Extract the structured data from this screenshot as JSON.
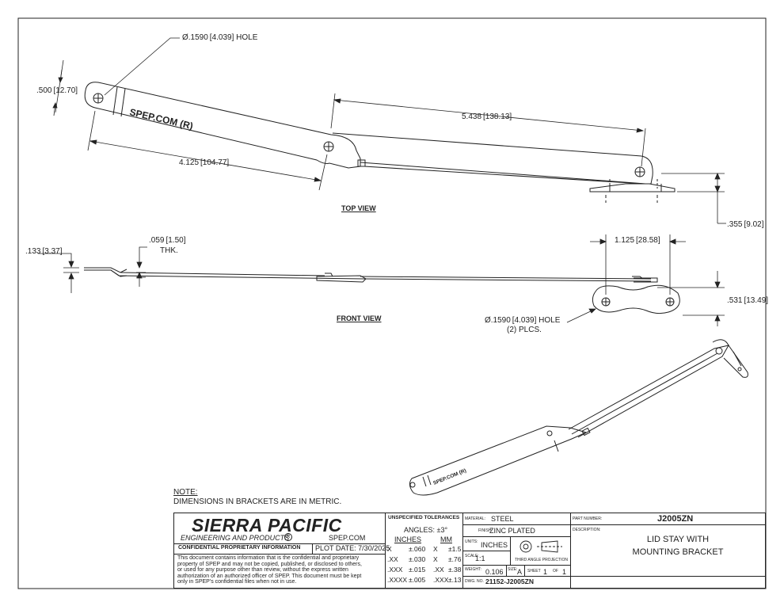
{
  "drawing": {
    "top_view_label": "TOP VIEW",
    "front_view_label": "FRONT VIEW",
    "stamp_text": "SPEP.COM (R)",
    "dims": {
      "hole_top": "Ø.1590 [4.039]  HOLE",
      "end_width": ".500 [12.70]",
      "short_arm": "4.125 [104.77]",
      "long_arm": "5.438 [138.13]",
      "bracket_offset": ".355 [9.02]",
      "thickness_val": ".059 [1.50]",
      "thickness_lbl": "THK.",
      "offset_front": ".133 [3.37]",
      "hole_spacing": "1.125 [28.58]",
      "bracket_height": ".531 [13.49]",
      "hole_bracket": "Ø.1590 [4.039]  HOLE",
      "hole_bracket_qty": "(2) PLCS."
    },
    "note_title": "NOTE:",
    "note_text": "DIMENSIONS IN BRACKETS ARE IN METRIC."
  },
  "title_block": {
    "company": "SIERRA PACIFIC",
    "company_sub": "ENGINEERING AND PRODUCTS",
    "website": "SPEP.COM",
    "confidential_title": "CONFIDENTIAL PROPRIETARY INFORMATION",
    "plot_date": "PLOT DATE:  7/30/2025",
    "confidential_text": [
      "This document contains information that is the confidential and proprietary",
      "property of SPEP and may not be copied, published, or disclosed to others,",
      "or used for any purpose  other than review, without the express written",
      "authorization of an authorized officer of SPEP. This document must be kept",
      "only in SPEP's confidential files when not in use."
    ],
    "tolerances_title": "UNSPECIFIED TOLERANCES",
    "angles": "ANGLES: ±3°",
    "inches_hdr": "INCHES",
    "mm_hdr": "MM",
    "tol_rows": [
      {
        "in_fmt": "X",
        "in_tol": "±.060",
        "mm_fmt": "X",
        "mm_tol": "±1.5"
      },
      {
        "in_fmt": ".XX",
        "in_tol": "±.030",
        "mm_fmt": "X",
        "mm_tol": "±.76"
      },
      {
        "in_fmt": ".XXX",
        "in_tol": "±.015",
        "mm_fmt": ".XX",
        "mm_tol": "±.38"
      },
      {
        "in_fmt": ".XXXX",
        "in_tol": "±.005",
        "mm_fmt": ".XXX",
        "mm_tol": "±.13"
      }
    ],
    "material_lbl": "MATERIAL:",
    "material": "STEEL",
    "finish_lbl": "FINISH:",
    "finish": "ZINC PLATED",
    "units_lbl": "UNITS:",
    "units": "INCHES",
    "projection_lbl": "THIRD ANGLE PROJECTION",
    "scale_lbl": "SCALE:",
    "scale": "1:1",
    "weight_lbl": "WEIGHT:",
    "weight": "0.106",
    "size_lbl": "SIZE:",
    "size": "A",
    "sheet_lbl": "SHEET",
    "sheet": "1",
    "of_lbl": "OF",
    "sheets": "1",
    "dwg_lbl": "DWG. NO.",
    "dwg_no": "21152-J2005ZN",
    "part_lbl": "PART NUMBER:",
    "part_no": "J2005ZN",
    "desc_lbl": "DESCRIPTION:",
    "desc_line1": "LID STAY WITH",
    "desc_line2": "MOUNTING BRACKET"
  }
}
